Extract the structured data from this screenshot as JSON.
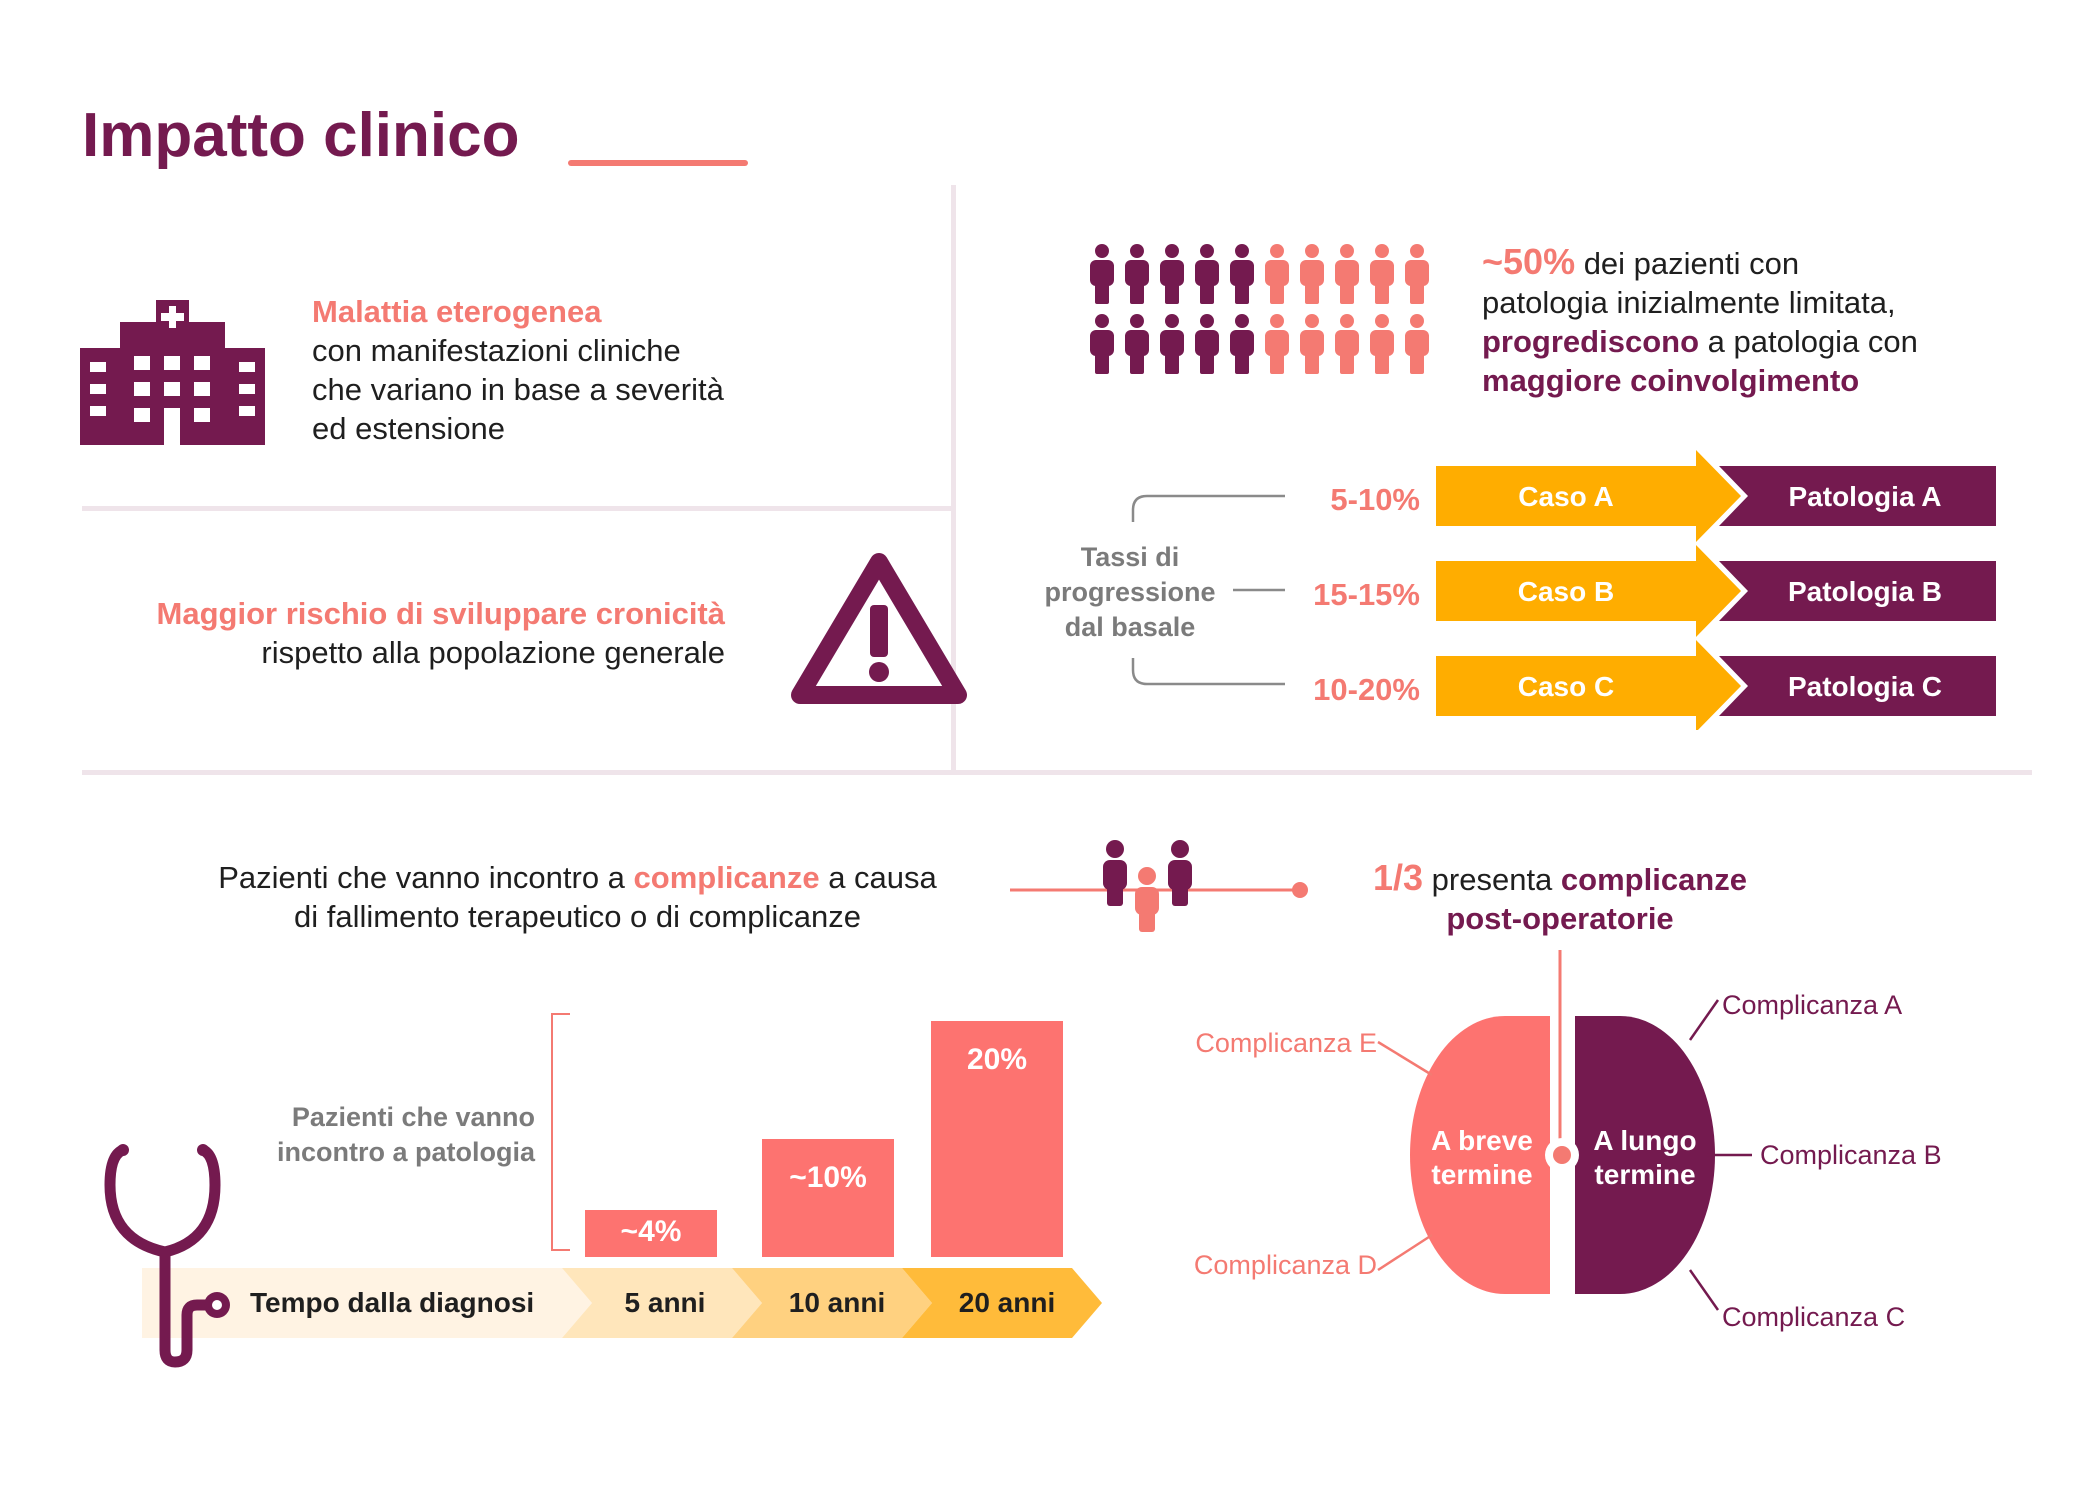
{
  "title": "Impatto clinico",
  "heterogeneous": {
    "highlight": "Malattia eterogenea",
    "lines": [
      "con manifestazioni cliniche",
      "che variano in base a severità",
      "ed estensione"
    ]
  },
  "chronic_risk": {
    "highlight": "Maggior rischio di sviluppare cronicità",
    "line": "rispetto alla popolazione generale"
  },
  "progression": {
    "percent": "~50%",
    "text1": " dei pazienti con",
    "text2": "patologia inizialmente limitata,",
    "verb": "progrediscono",
    "text3": " a patologia con",
    "outcome": "maggiore coinvolgimento",
    "people_total": 20,
    "people_highlighted": 10
  },
  "rates": {
    "label": [
      "Tassi di",
      "progressione",
      "dal basale"
    ],
    "rows": [
      {
        "rate": "5-10%",
        "case": "Caso A",
        "pathology": "Patologia A"
      },
      {
        "rate": "15-15%",
        "case": "Caso B",
        "pathology": "Patologia B"
      },
      {
        "rate": "10-20%",
        "case": "Caso C",
        "pathology": "Patologia C"
      }
    ]
  },
  "complications_intro": {
    "text1": "Pazienti che vanno incontro a ",
    "highlight": "complicanze",
    "text2": " a causa",
    "line2": "di fallimento terapeutico o di complicanze"
  },
  "bar_section": {
    "label": [
      "Pazienti che vanno",
      "incontro a patologia"
    ],
    "timeline_label": "Tempo dalla diagnosi",
    "steps": [
      "5 anni",
      "10 anni",
      "20 anni"
    ],
    "bars": [
      {
        "label": "~4%",
        "value": 4
      },
      {
        "label": "~10%",
        "value": 10
      },
      {
        "label": "20%",
        "value": 20
      }
    ]
  },
  "postop": {
    "fraction": "1/3",
    "text": " presenta ",
    "highlight": "complicanze",
    "line2": "post-operatorie",
    "short_term": [
      "A breve",
      "termine"
    ],
    "long_term": [
      "A lungo",
      "termine"
    ],
    "complications": {
      "a": "Complicanza A",
      "b": "Complicanza B",
      "c": "Complicanza C",
      "d": "Complicanza D",
      "e": "Complicanza E"
    }
  },
  "colors": {
    "plum": "#741a4f",
    "coral": "#f47a72",
    "gold": "#ffad00",
    "divider": "#efe4ea"
  }
}
